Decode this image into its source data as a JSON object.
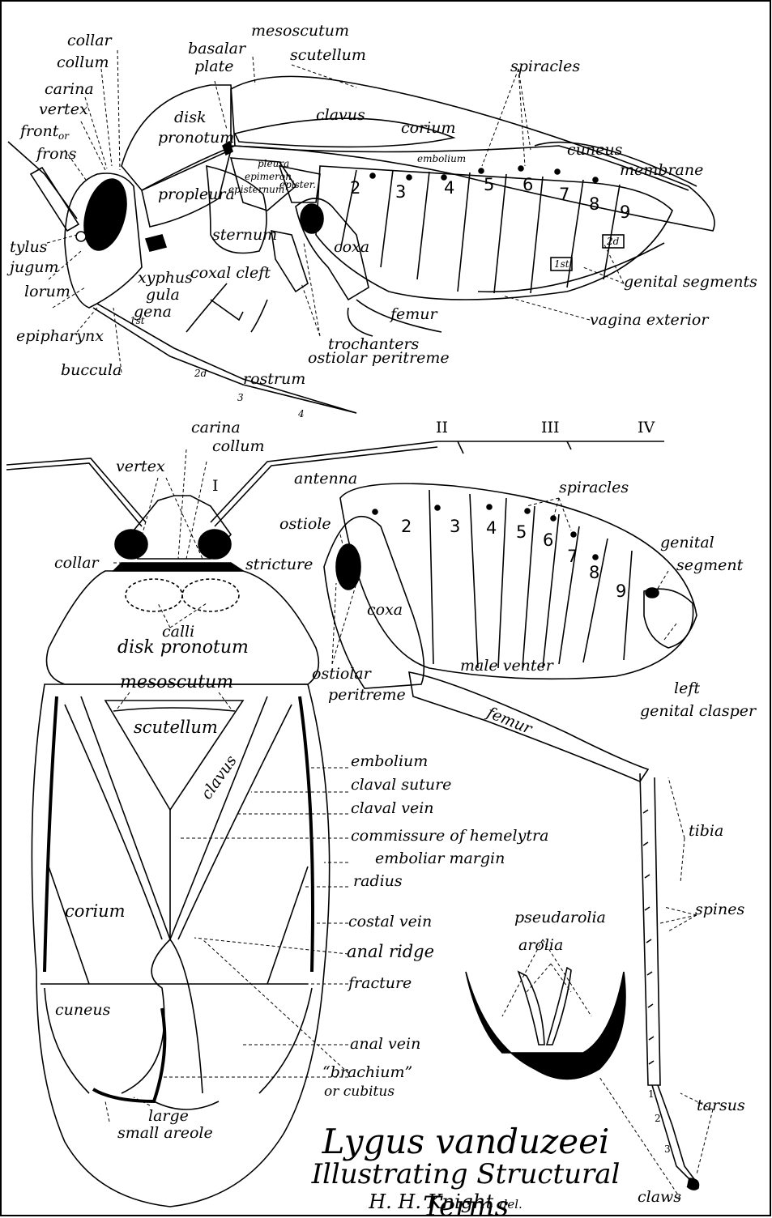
{
  "side_view": {
    "labels": {
      "collar": "collar",
      "collum": "collum",
      "carina": "carina",
      "vertex": "vertex",
      "front": "front",
      "or": "or",
      "frons": "frons",
      "tylus": "tylus",
      "jugum": "jugum",
      "lorum": "lorum",
      "epipharynx": "epipharynx",
      "buccula": "buccula",
      "gena": "gena",
      "gula": "gula",
      "xyphus": "xyphus",
      "coxal_cleft": "coxal cleft",
      "propleura": "propleura",
      "disk": "disk",
      "pronotum": "pronotum",
      "basalar": "basalar",
      "plate": "plate",
      "mesoscutum": "mesoscutum",
      "scutellum": "scutellum",
      "clavus": "clavus",
      "corium": "corium",
      "embolium": "embolium",
      "cuneus": "cuneus",
      "membrane": "membrane",
      "spiracles": "spiracles",
      "pleura": "pleura",
      "epimeron": "epimeron",
      "episternum": "episternum",
      "epister": "epister.",
      "sternum": "sternum",
      "coxa": "coxa",
      "femur": "femur",
      "trochanters": "trochanters",
      "ostiolar_peritreme": "ostiolar peritreme",
      "rostrum": "rostrum",
      "genital_segments": "genital segments",
      "vagina_exterior": "vagina exterior",
      "seg_1st": "1st",
      "seg_2d": "2d",
      "r_1st": "1st",
      "r_2d": "2d",
      "r_3": "3",
      "r_4": "4"
    },
    "segment_numbers": [
      "2",
      "3",
      "4",
      "5",
      "6",
      "7",
      "8",
      "9"
    ]
  },
  "top_view": {
    "labels": {
      "carina": "carina",
      "collum": "collum",
      "vertex": "vertex",
      "I": "I",
      "collar": "collar",
      "stricture": "stricture",
      "calli": "calli",
      "disk_pronotum": "disk pronotum",
      "mesoscutum": "mesoscutum",
      "scutellum": "scutellum",
      "clavus": "clavus",
      "corium": "corium",
      "cuneus": "cuneus",
      "large": "large",
      "small_areole": "small areole"
    },
    "callouts": [
      "embolium",
      "claval suture",
      "claval vein",
      "commissure of hemelytra",
      "emboliar margin",
      "radius",
      "costal vein",
      "anal ridge",
      "fracture",
      "anal vein",
      "“brachium”",
      "or cubitus"
    ]
  },
  "male_view": {
    "labels": {
      "II": "II",
      "III": "III",
      "IV": "IV",
      "antenna": "antenna",
      "spiracles": "spiracles",
      "ostiole": "ostiole",
      "coxa": "coxa",
      "ostiolar": "ostiolar",
      "peritreme": "peritreme",
      "male_venter": "male venter",
      "femur": "femur",
      "genital": "genital",
      "segment": "segment",
      "left": "left",
      "genital_clasper": "genital clasper",
      "tibia": "tibia",
      "spines": "spines",
      "tarsus": "tarsus",
      "claws": "claws",
      "pseudarolia": "pseudarolia",
      "arolia": "arolia",
      "t1": "1",
      "t2": "2",
      "t3": "3"
    },
    "segment_numbers": [
      "2",
      "3",
      "4",
      "5",
      "6",
      "7",
      "8",
      "9"
    ]
  },
  "title": {
    "line1": "Lygus vanduzeei",
    "line2": "Illustrating Structural Terms",
    "line3": "H. H. Knight",
    "del": "del."
  }
}
